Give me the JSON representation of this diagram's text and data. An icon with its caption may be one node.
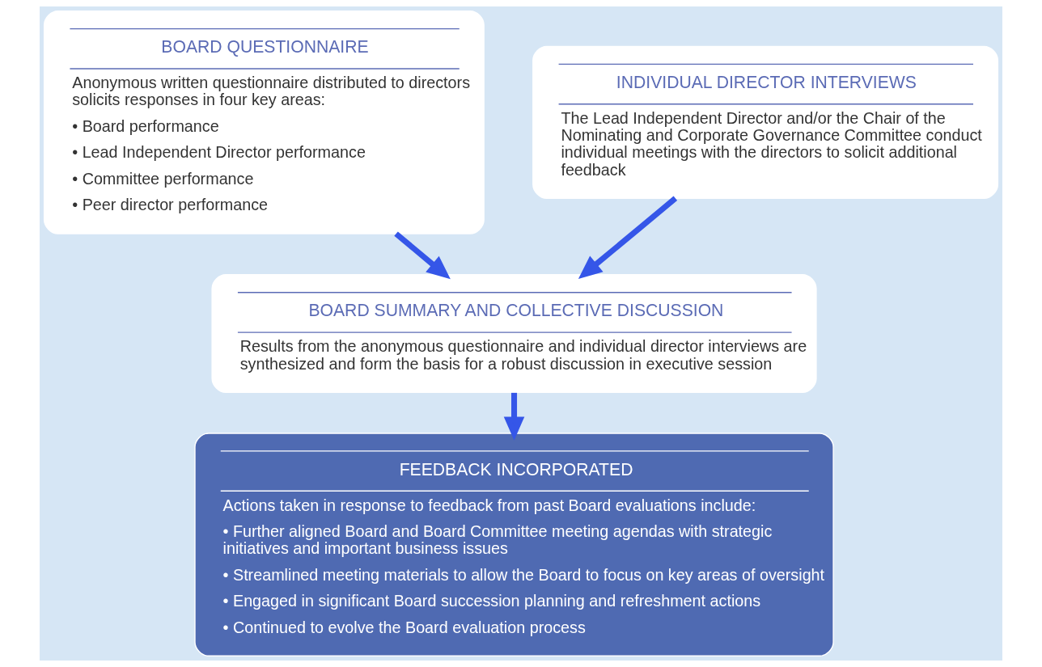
{
  "diagram": {
    "nodes": [
      {
        "text": [
          "BOARD QUESTIONNAIRE",
          "Anonymous written questionnaire distributed to directors solicits responses in four key areas:",
          "• Board performance",
          "• Lead Independent Director performance",
          "• Committee performance",
          "• Peer director performance"
        ]
      },
      {
        "text": [
          "INDIVIDUAL DIRECTOR INTERVIEWS",
          "The Lead Independent Director and/or the Chair of the Nominating and Corporate Governance Committee conduct individual meetings with the directors to solicit additional feedback"
        ]
      },
      {
        "text": [
          "BOARD SUMMARY AND COLLECTIVE DISCUSSION",
          "Results from the anonymous questionnaire and individual director interviews are synthesized and form the basis for a robust discussion in executive session"
        ]
      },
      {
        "text": [
          "FEEDBACK INCORPORATED",
          "Actions taken in response to feedback from past Board evaluations include:",
          "• Further aligned Board and Board Committee meeting agendas with strategic initiatives and important business issues",
          "• Streamlined meeting materials to allow the Board to focus on key areas of oversight",
          "• Engaged in significant Board succession planning and refreshment actions",
          "• Continued to evolve the Board evaluation process"
        ]
      }
    ],
    "edges": [
      {
        "from": 0,
        "to": 2,
        "arrow": "to"
      },
      {
        "from": 1,
        "to": 2,
        "arrow": "to"
      },
      {
        "from": 2,
        "to": 3,
        "arrow": "to"
      }
    ]
  }
}
